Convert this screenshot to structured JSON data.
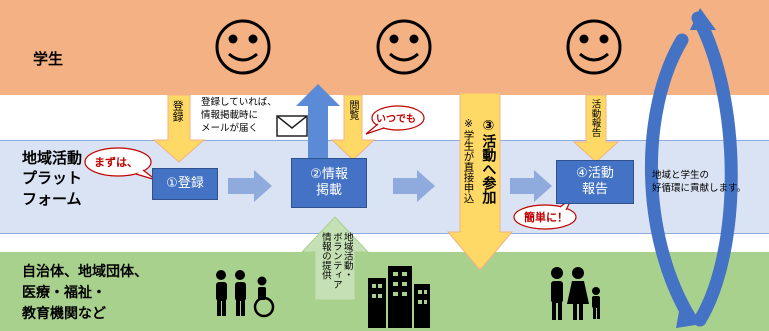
{
  "rows": {
    "students": "学生",
    "platform": [
      "地域活動",
      "プラット",
      "フォーム"
    ],
    "local": [
      "自治体、地域団体、",
      "医療・福祉・",
      "教育機関など"
    ]
  },
  "annotations": {
    "register": "登録",
    "notify": [
      "登録していれば、",
      "情報掲載時に",
      "メールが届く"
    ],
    "browse": "閲覧",
    "report": "活動報告",
    "provide": [
      "地域活動・",
      "ボランティア",
      "情報の提供"
    ]
  },
  "steps": {
    "s1": "①登録",
    "s2": [
      "②情報",
      "掲載"
    ],
    "s3_title": "③活動へ参加",
    "s3_note": "※学生が直接申込",
    "s4": [
      "④活動",
      "報告"
    ]
  },
  "callouts": {
    "first": "まずは、",
    "anytime": "いつでも",
    "easy": "簡単に！"
  },
  "cycle_text": [
    "地域と学生の",
    "好循環に貢献します。"
  ],
  "icons": [
    "smiley-face-icon",
    "envelope-icon",
    "people-wheelchair-icon",
    "buildings-icon",
    "family-icon"
  ]
}
